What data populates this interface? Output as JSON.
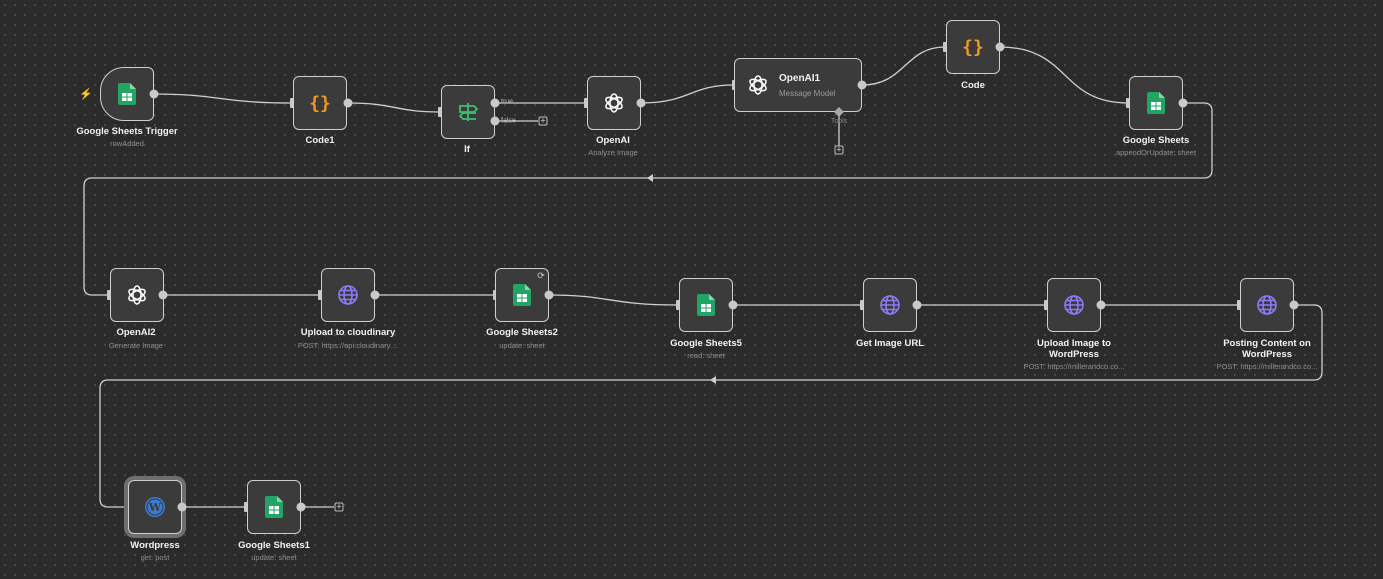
{
  "nodes": {
    "gs_trigger": {
      "label": "Google Sheets Trigger",
      "sub": "rowAdded",
      "icon": "sheets-icon"
    },
    "code1": {
      "label": "Code1",
      "icon": "code-braces-icon"
    },
    "if": {
      "label": "If",
      "icon": "signpost-icon",
      "true_label": "true",
      "false_label": "false"
    },
    "openai": {
      "label": "OpenAI",
      "sub": "Analyze Image",
      "icon": "openai-icon"
    },
    "openai1": {
      "label": "OpenAI1",
      "sub": "Message Model",
      "tools_label": "Tools",
      "icon": "openai-icon"
    },
    "code": {
      "label": "Code",
      "icon": "code-braces-icon"
    },
    "gs": {
      "label": "Google Sheets",
      "sub": "appendOrUpdate: sheet",
      "icon": "sheets-icon"
    },
    "openai2": {
      "label": "OpenAI2",
      "sub": "Generate Image",
      "icon": "openai-icon"
    },
    "cloudinary": {
      "label": "Upload to cloudinary",
      "sub": "POST: https://api.cloudinary....",
      "icon": "globe-icon"
    },
    "gs2": {
      "label": "Google Sheets2",
      "sub": "update: sheet",
      "icon": "sheets-icon"
    },
    "gs5": {
      "label": "Google Sheets5",
      "sub": "read: sheet",
      "icon": "sheets-icon"
    },
    "getimg": {
      "label": "Get Image URL",
      "icon": "globe-icon"
    },
    "uploadwp": {
      "label": "Upload Image to WordPress",
      "sub": "POST: https://millerandco.co...",
      "icon": "globe-icon"
    },
    "postwp": {
      "label": "Posting Content on WordPress",
      "sub": "POST: https://millerandco.co...",
      "icon": "globe-icon"
    },
    "wordpress": {
      "label": "Wordpress",
      "sub": "get: post",
      "icon": "wordpress-icon"
    },
    "gs1": {
      "label": "Google Sheets1",
      "sub": "update: sheet",
      "icon": "sheets-icon"
    }
  },
  "colors": {
    "background": "#2b2b2b",
    "node_fill": "#3b3b3b",
    "node_border": "#cfcfcf",
    "edge": "#cfcfcf",
    "sheets_green": "#21a464",
    "code_orange": "#f29b23",
    "if_green": "#3fbf73",
    "globe_purple": "#8b7cf6",
    "wordpress_blue": "#3a7bd5",
    "trigger_red": "#e2654a"
  }
}
